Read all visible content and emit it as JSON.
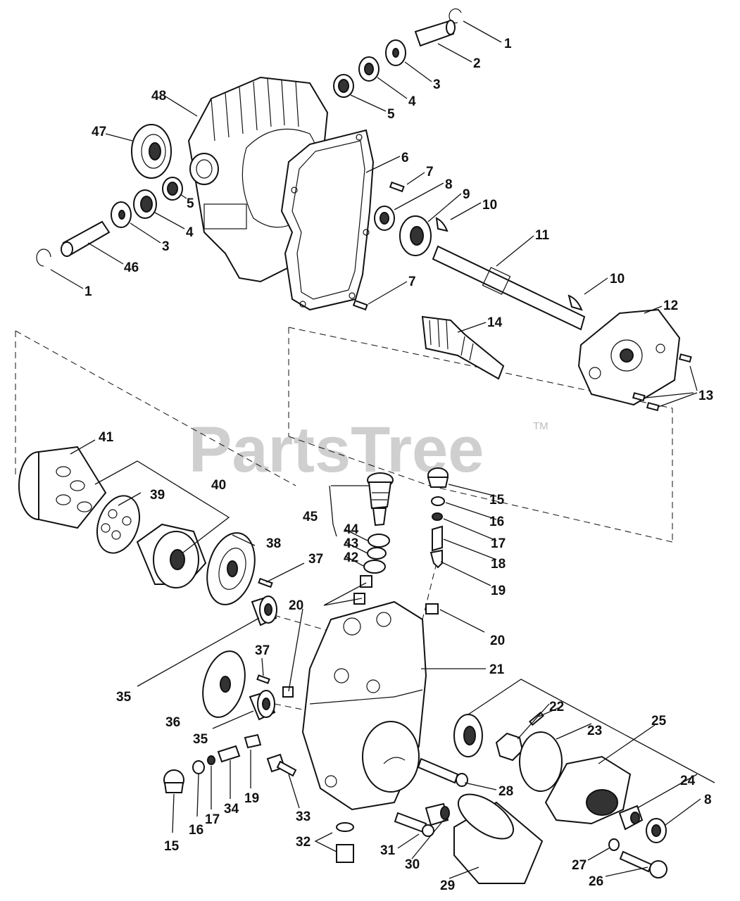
{
  "watermark": {
    "brand": "PartsTree",
    "trademark": "TM"
  },
  "callouts": {
    "c1a": "1",
    "c1b": "1",
    "c2": "2",
    "c3a": "3",
    "c3b": "3",
    "c4a": "4",
    "c4b": "4",
    "c5a": "5",
    "c5b": "5",
    "c6": "6",
    "c7a": "7",
    "c7b": "7",
    "c8a": "8",
    "c8b": "8",
    "c9": "9",
    "c10a": "10",
    "c10b": "10",
    "c11": "11",
    "c12": "12",
    "c13": "13",
    "c14": "14",
    "c15a": "15",
    "c15b": "15",
    "c16a": "16",
    "c16b": "16",
    "c17a": "17",
    "c17b": "17",
    "c18": "18",
    "c19a": "19",
    "c19b": "19",
    "c20a": "20",
    "c20b": "20",
    "c21": "21",
    "c22": "22",
    "c23": "23",
    "c24": "24",
    "c25": "25",
    "c26": "26",
    "c27": "27",
    "c28": "28",
    "c29": "29",
    "c30": "30",
    "c31": "31",
    "c32": "32",
    "c33": "33",
    "c34": "34",
    "c35a": "35",
    "c35b": "35",
    "c36": "36",
    "c37a": "37",
    "c37b": "37",
    "c38": "38",
    "c39": "39",
    "c40": "40",
    "c41": "41",
    "c42": "42",
    "c43": "43",
    "c44": "44",
    "c45": "45",
    "c46": "46",
    "c47": "47",
    "c48": "48"
  }
}
